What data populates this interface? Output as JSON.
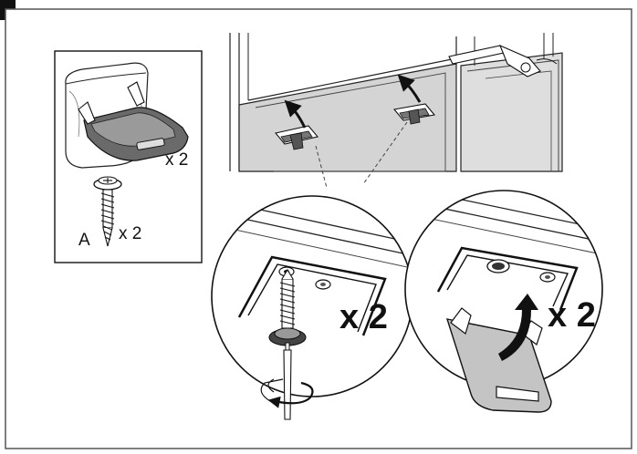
{
  "parts_box": {
    "foot_quantity": "x 2",
    "screw_letter": "A",
    "screw_quantity": "x 2"
  },
  "detail_left": {
    "quantity": "x 2"
  },
  "detail_right": {
    "quantity": "x 2"
  },
  "colors": {
    "line": "#1a1a1a",
    "panel_gray": "#d4d4d4",
    "light_gray": "#e4e4e4",
    "dark_part": "#333333"
  }
}
